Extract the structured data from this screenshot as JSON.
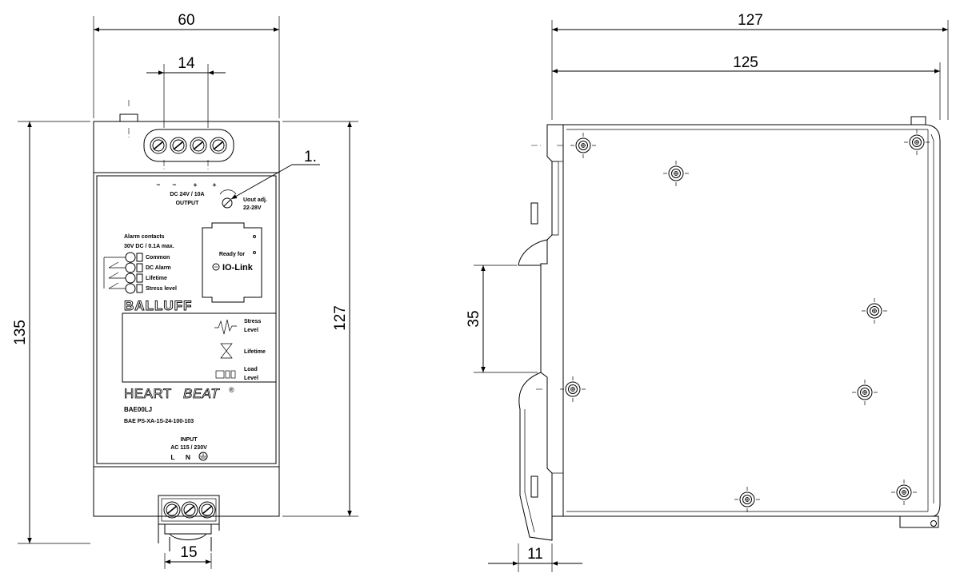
{
  "dimensions": {
    "front_width": "60",
    "output_terminal_pitch": "14",
    "front_height": "135",
    "front_body_height": "127",
    "input_terminal_width": "15",
    "side_depth_total": "127",
    "side_depth_body": "125",
    "din_rail_height": "35",
    "din_clip_offset": "11"
  },
  "callout": "1.",
  "front_panel": {
    "output_polarity": [
      "−",
      "−",
      "+",
      "+"
    ],
    "output_line1": "DC 24V / 10A",
    "output_line2": "OUTPUT",
    "uout_line1": "Uout adj.",
    "uout_line2": "22-28V",
    "alarm_title": "Alarm contacts",
    "alarm_rating": "30V DC / 0.1A max.",
    "alarm_items": [
      "Common",
      "DC Alarm",
      "Lifetime",
      "Stress level"
    ],
    "ready_for": "Ready for",
    "io_link": "IO-Link",
    "brand": "BALLUFF",
    "stress": [
      "Stress",
      "Level"
    ],
    "lifetime": "Lifetime",
    "load": [
      "Load",
      "Level"
    ],
    "heartbeat_a": "HEART",
    "heartbeat_b": "BEAT",
    "registered": "®",
    "model": "BAE00LJ",
    "part_number": "BAE PS-XA-1S-24-100-103",
    "input_line1": "INPUT",
    "input_line2": "AC 115 / 230V",
    "input_terminals": [
      "L",
      "N"
    ]
  },
  "icons": [
    "earth-ground-icon",
    "io-link-icon",
    "stress-wave-icon",
    "hourglass-icon",
    "load-bars-icon",
    "screw-terminal-icon",
    "potentiometer-icon"
  ]
}
